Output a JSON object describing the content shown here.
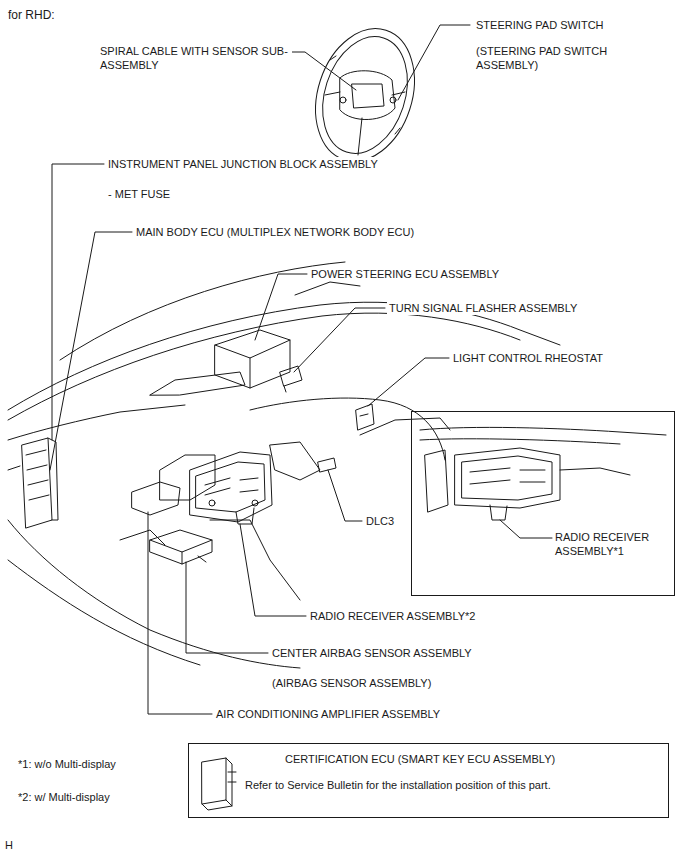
{
  "diagram": {
    "title": "for RHD:",
    "nodes": [
      {
        "text": [
          "RADIO RECEIVER ASSEMBLY*1"
        ]
      },
      {
        "text": [
          "CERTIFICATION ECU (SMART KEY ECU ASSEMBLY)",
          "Refer to Service Bulletin for the installation position of this part."
        ]
      }
    ],
    "labels": [
      "STEERING PAD SWITCH",
      "(STEERING PAD SWITCH ASSEMBLY)",
      "SPIRAL CABLE WITH SENSOR SUB-ASSEMBLY",
      "INSTRUMENT PANEL JUNCTION BLOCK ASSEMBLY",
      "- MET FUSE",
      "MAIN BODY ECU (MULTIPLEX NETWORK BODY ECU)",
      "POWER STEERING ECU ASSEMBLY",
      "TURN SIGNAL FLASHER ASSEMBLY",
      "LIGHT CONTROL RHEOSTAT",
      "DLC3",
      "RADIO RECEIVER ASSEMBLY*2",
      "CENTER AIRBAG SENSOR ASSEMBLY",
      "(AIRBAG SENSOR ASSEMBLY)",
      "AIR CONDITIONING AMPLIFIER ASSEMBLY",
      "*1: w/o Multi-display",
      "*2: w/ Multi-display",
      "H"
    ]
  }
}
